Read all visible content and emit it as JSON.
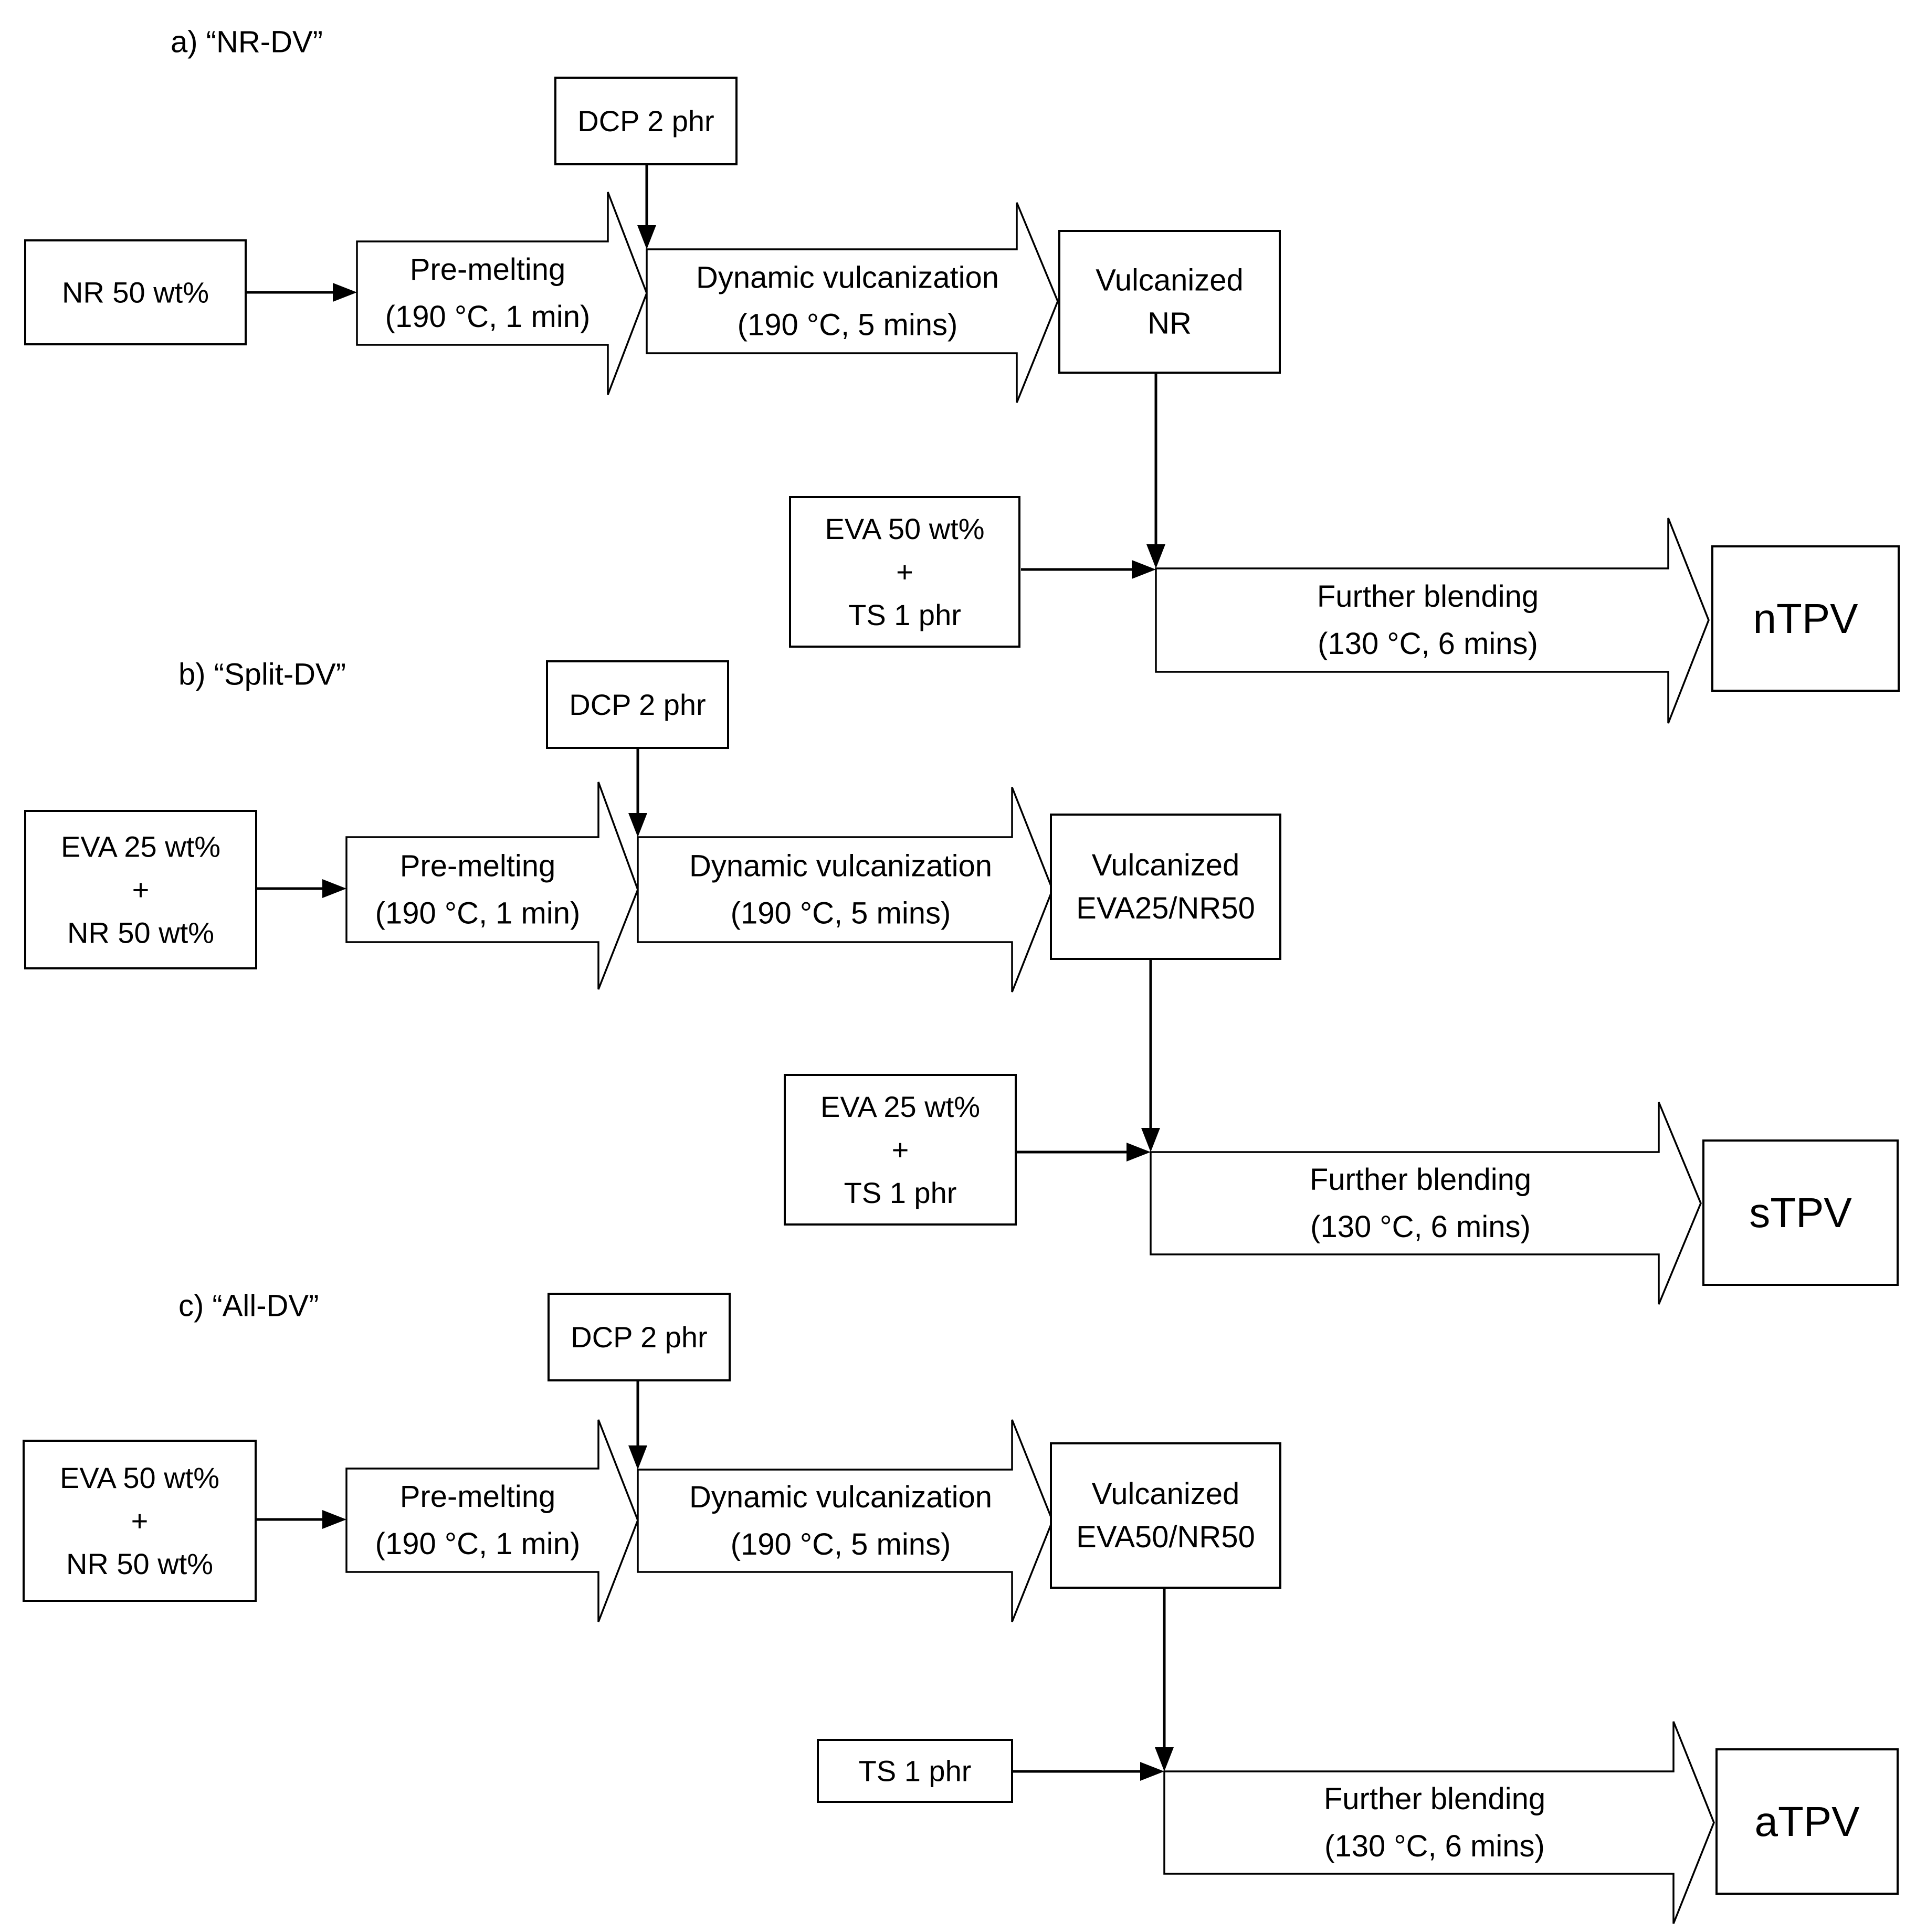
{
  "sections": [
    {
      "heading": "a) “NR-DV”",
      "dcp": "DCP 2 phr",
      "input": [
        "NR 50 wt%"
      ],
      "premelt": [
        "Pre-melting",
        "(190 °C, 1 min)"
      ],
      "dynvulc": [
        "Dynamic vulcanization",
        "(190 °C, 5 mins)"
      ],
      "vulcanized": [
        "Vulcanized",
        "NR"
      ],
      "additive": [
        "EVA 50 wt%",
        "+",
        "TS 1 phr"
      ],
      "blending": [
        "Further blending",
        "(130 °C, 6 mins)"
      ],
      "product": "nTPV"
    },
    {
      "heading": "b) “Split-DV”",
      "dcp": "DCP 2 phr",
      "input": [
        "EVA 25 wt%",
        "+",
        "NR 50 wt%"
      ],
      "premelt": [
        "Pre-melting",
        "(190 °C, 1 min)"
      ],
      "dynvulc": [
        "Dynamic vulcanization",
        "(190 °C, 5 mins)"
      ],
      "vulcanized": [
        "Vulcanized",
        "EVA25/NR50"
      ],
      "additive": [
        "EVA 25 wt%",
        "+",
        "TS 1 phr"
      ],
      "blending": [
        "Further blending",
        "(130 °C, 6 mins)"
      ],
      "product": "sTPV"
    },
    {
      "heading": "c) “All-DV”",
      "dcp": "DCP 2 phr",
      "input": [
        "EVA 50 wt%",
        "+",
        "NR 50 wt%"
      ],
      "premelt": [
        "Pre-melting",
        "(190 °C, 1 min)"
      ],
      "dynvulc": [
        "Dynamic vulcanization",
        "(190 °C, 5 mins)"
      ],
      "vulcanized": [
        "Vulcanized",
        "EVA50/NR50"
      ],
      "additive": [
        "TS 1 phr"
      ],
      "blending": [
        "Further blending",
        "(130 °C, 6 mins)"
      ],
      "product": "aTPV"
    }
  ]
}
